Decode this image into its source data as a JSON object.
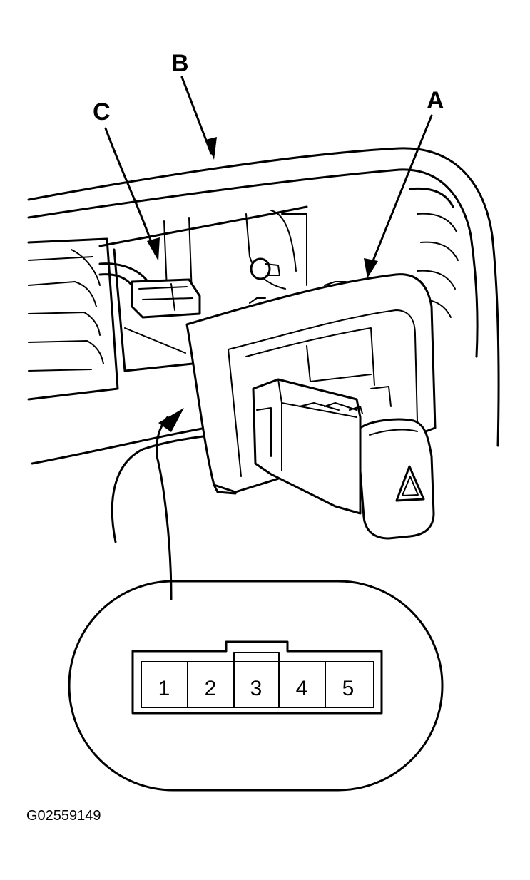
{
  "callouts": {
    "a": "A",
    "b": "B",
    "c": "C"
  },
  "connector_pins": [
    "1",
    "2",
    "3",
    "4",
    "5"
  ],
  "figure_code": "G02559149",
  "icons": {
    "hazard": "hazard-triangle-icon"
  }
}
